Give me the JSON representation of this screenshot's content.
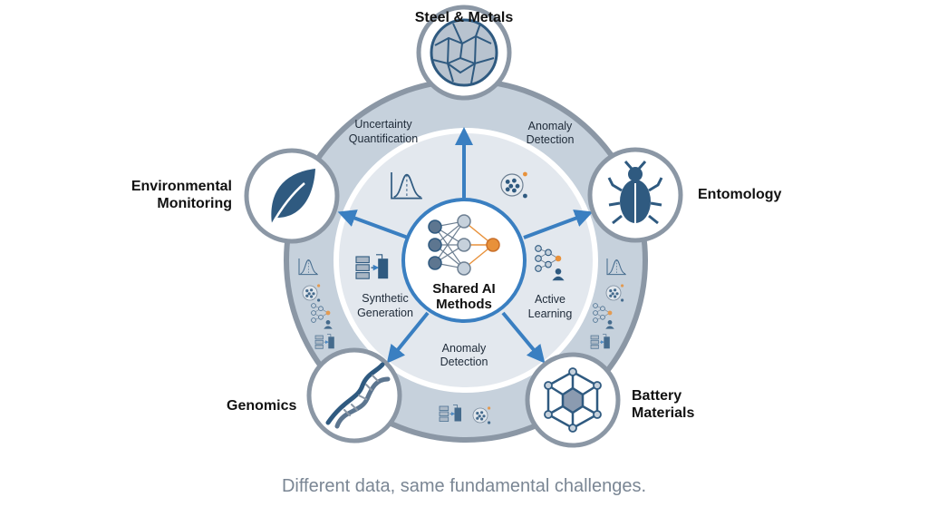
{
  "title": "Shared AI Methods",
  "center": {
    "line1": "Shared AI",
    "line2": "Methods",
    "icon": "neural-network-icon"
  },
  "domains": [
    {
      "id": "steel",
      "line1": "Steel & Metals",
      "line2": "",
      "icon": "metal-grain-icon"
    },
    {
      "id": "entomology",
      "line1": "Entomology",
      "line2": "",
      "icon": "beetle-icon"
    },
    {
      "id": "battery",
      "line1": "Battery",
      "line2": "Materials",
      "icon": "crystal-lattice-icon"
    },
    {
      "id": "genomics",
      "line1": "Genomics",
      "line2": "",
      "icon": "dna-icon"
    },
    {
      "id": "environment",
      "line1": "Environmental",
      "line2": "Monitoring",
      "icon": "leaf-icon"
    }
  ],
  "methods": {
    "uq": {
      "line1": "Uncertainty",
      "line2": "Quantification"
    },
    "anomaly_top": {
      "line1": "Anomaly",
      "line2": "Detection"
    },
    "synthetic": {
      "line1": "Synthetic",
      "line2": "Generation"
    },
    "active": {
      "line1": "Active",
      "line2": "Learning"
    },
    "anomaly_bottom": {
      "line1": "Anomaly",
      "line2": "Detection"
    }
  },
  "caption": "Different data, same fundamental challenges.",
  "colors": {
    "dark_blue": "#2f5a80",
    "arrow_blue": "#3a7fc1",
    "accent_orange": "#e8913a",
    "ring": "#c6d1dc",
    "ring_border": "#8b97a5"
  }
}
